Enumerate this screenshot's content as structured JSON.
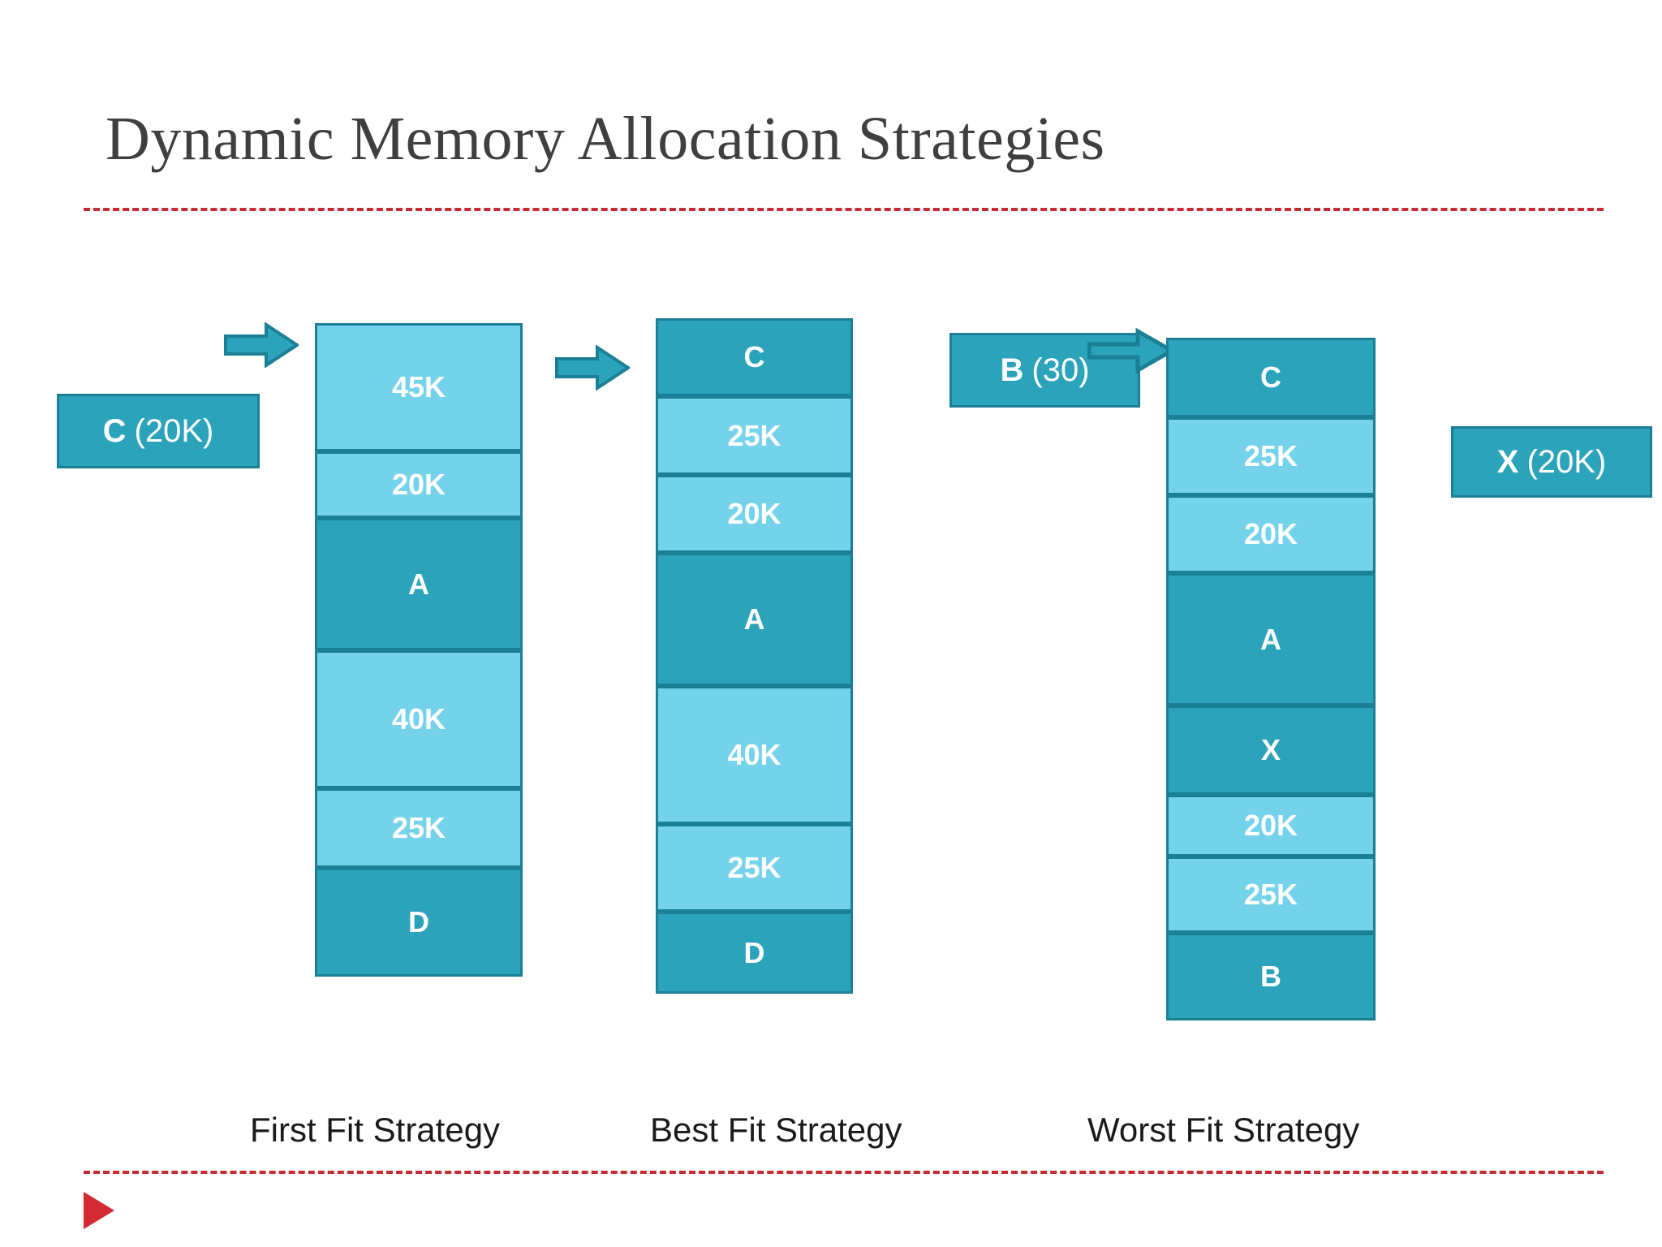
{
  "slide": {
    "title": "Dynamic Memory Allocation Strategies"
  },
  "colors": {
    "free_block": "#74D3EB",
    "allocated_block": "#2BA3BB",
    "block_border": "#1B7F96",
    "rule_red": "#C62B33",
    "title_text": "#3F3F3F",
    "block_text": "#FFFFFF"
  },
  "requests": {
    "c": {
      "name": "C",
      "size": "(20K)"
    },
    "b": {
      "name": "B",
      "size": "(30)"
    },
    "x": {
      "name": "X",
      "size": "(20K)"
    }
  },
  "columns": [
    {
      "id": "first-fit",
      "label": "First Fit Strategy",
      "blocks": [
        {
          "text": "45K",
          "state": "free",
          "height": 158
        },
        {
          "text": "20K",
          "state": "free",
          "height": 82
        },
        {
          "text": "A",
          "state": "allocated",
          "height": 163
        },
        {
          "text": "40K",
          "state": "free",
          "height": 170
        },
        {
          "text": "25K",
          "state": "free",
          "height": 98
        },
        {
          "text": "D",
          "state": "allocated",
          "height": 134
        }
      ]
    },
    {
      "id": "best-fit",
      "label": "Best Fit Strategy",
      "blocks": [
        {
          "text": "C",
          "state": "allocated",
          "height": 96
        },
        {
          "text": "25K",
          "state": "free",
          "height": 97
        },
        {
          "text": "20K",
          "state": "free",
          "height": 96
        },
        {
          "text": "A",
          "state": "allocated",
          "height": 164
        },
        {
          "text": "40K",
          "state": "free",
          "height": 170
        },
        {
          "text": "25K",
          "state": "free",
          "height": 108
        },
        {
          "text": "D",
          "state": "allocated",
          "height": 101
        }
      ]
    },
    {
      "id": "worst-fit",
      "label": "Worst Fit Strategy",
      "blocks": [
        {
          "text": "C",
          "state": "allocated",
          "height": 98
        },
        {
          "text": "25K",
          "state": "free",
          "height": 96
        },
        {
          "text": "20K",
          "state": "free",
          "height": 96
        },
        {
          "text": "A",
          "state": "allocated",
          "height": 163
        },
        {
          "text": "X",
          "state": "allocated",
          "height": 110
        },
        {
          "text": "20K",
          "state": "free",
          "height": 76
        },
        {
          "text": "25K",
          "state": "free",
          "height": 94
        },
        {
          "text": "B",
          "state": "allocated",
          "height": 108
        }
      ]
    }
  ],
  "arrows": [
    {
      "id": "arrow-to-first",
      "from": "request-c",
      "to": "column-first-fit"
    },
    {
      "id": "arrow-to-best",
      "from": "column-first-fit",
      "to": "column-best-fit"
    },
    {
      "id": "arrow-b-to-worst",
      "from": "request-b",
      "to": "column-worst-fit"
    }
  ]
}
